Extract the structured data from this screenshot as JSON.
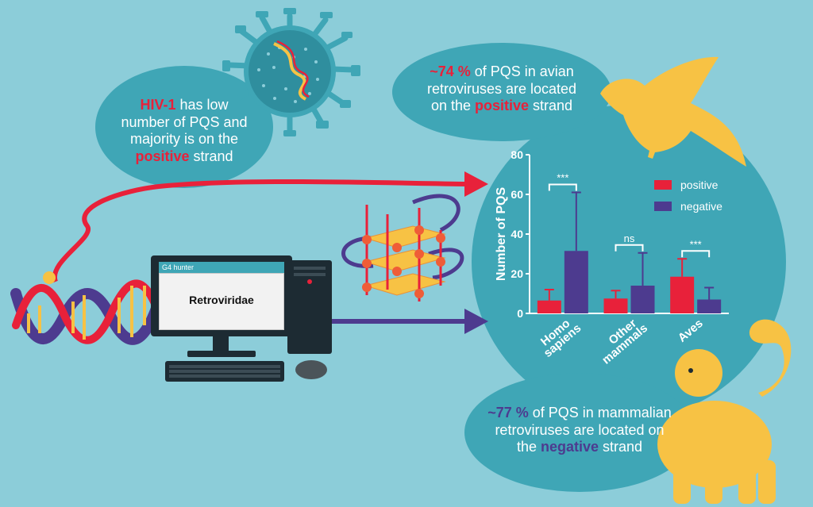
{
  "bubbles": {
    "hiv": {
      "highlight": "HIV-1",
      "line1_rest": " has low",
      "line2": "number of PQS and",
      "line3": "majority is on the",
      "strand_highlight": "positive",
      "strand_suffix": " strand"
    },
    "avian": {
      "percent": "~74 %",
      "line1_rest": " of PQS in avian",
      "line2": "retroviruses are located",
      "line3_prefix": "on the ",
      "strand_highlight": "positive",
      "strand_suffix": " strand"
    },
    "mammal": {
      "percent": "~77 %",
      "line1_rest": " of PQS in mammalian",
      "line2": "retroviruses are located on",
      "line3_prefix": "the ",
      "strand_highlight": "negative",
      "strand_suffix": " strand"
    }
  },
  "computer": {
    "window_title": "G4 hunter",
    "screen_text": "Retroviridae"
  },
  "colors": {
    "background": "#8ccdd9",
    "bubble": "#3fa6b6",
    "positive": "#e8213a",
    "negative": "#4d3b8f",
    "animal": "#f7c244"
  },
  "chart_data": {
    "type": "bar",
    "categories": [
      [
        "Homo",
        "sapiens"
      ],
      [
        "Other",
        "mammals"
      ],
      [
        "Aves"
      ]
    ],
    "series": [
      {
        "name": "positive",
        "color": "#e8213a",
        "values": [
          6.5,
          7.5,
          18.5
        ],
        "errors": [
          12,
          11.5,
          27.5
        ]
      },
      {
        "name": "negative",
        "color": "#4d3b8f",
        "values": [
          31.5,
          14,
          7
        ],
        "errors": [
          61,
          30.5,
          13
        ]
      }
    ],
    "ylabel": "Number of PQS",
    "ylim": [
      0,
      80
    ],
    "yticks": [
      0,
      20,
      40,
      60,
      80
    ],
    "significance": [
      "***",
      "ns",
      "***"
    ],
    "legend": "top-right",
    "grid": false
  }
}
